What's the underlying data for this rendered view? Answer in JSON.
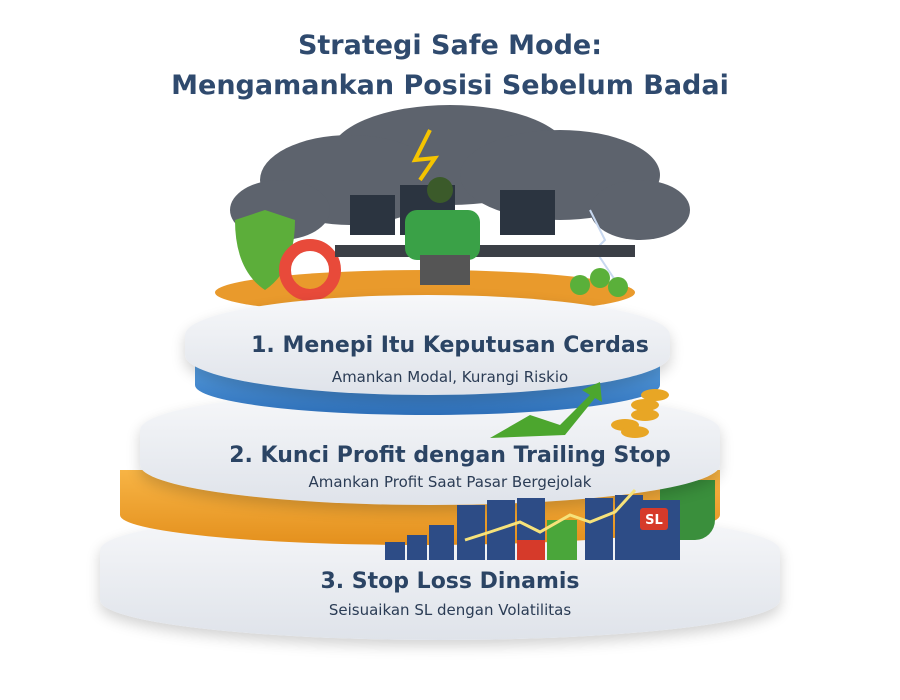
{
  "title": {
    "line1": "Strategi Safe Mode:",
    "line2": "Mengamankan Posisi Sebelum Badai"
  },
  "tiers": [
    {
      "heading": "1. Menepi Itu Keputusan Cerdas",
      "subtitle": "Amankan Modal, Kurangi Riskio",
      "color": "#3f86d0"
    },
    {
      "heading": "2. Kunci Profit dengan Trailing Stop",
      "subtitle": "Amankan Profit Saat Pasar Bergejolak",
      "color": "#f0a030"
    },
    {
      "heading": "3. Stop Loss Dinamis",
      "subtitle": "Seisuaikan SL dengan Volatilitas",
      "color": "#e8ebf0"
    }
  ],
  "sl_badge": "SL"
}
